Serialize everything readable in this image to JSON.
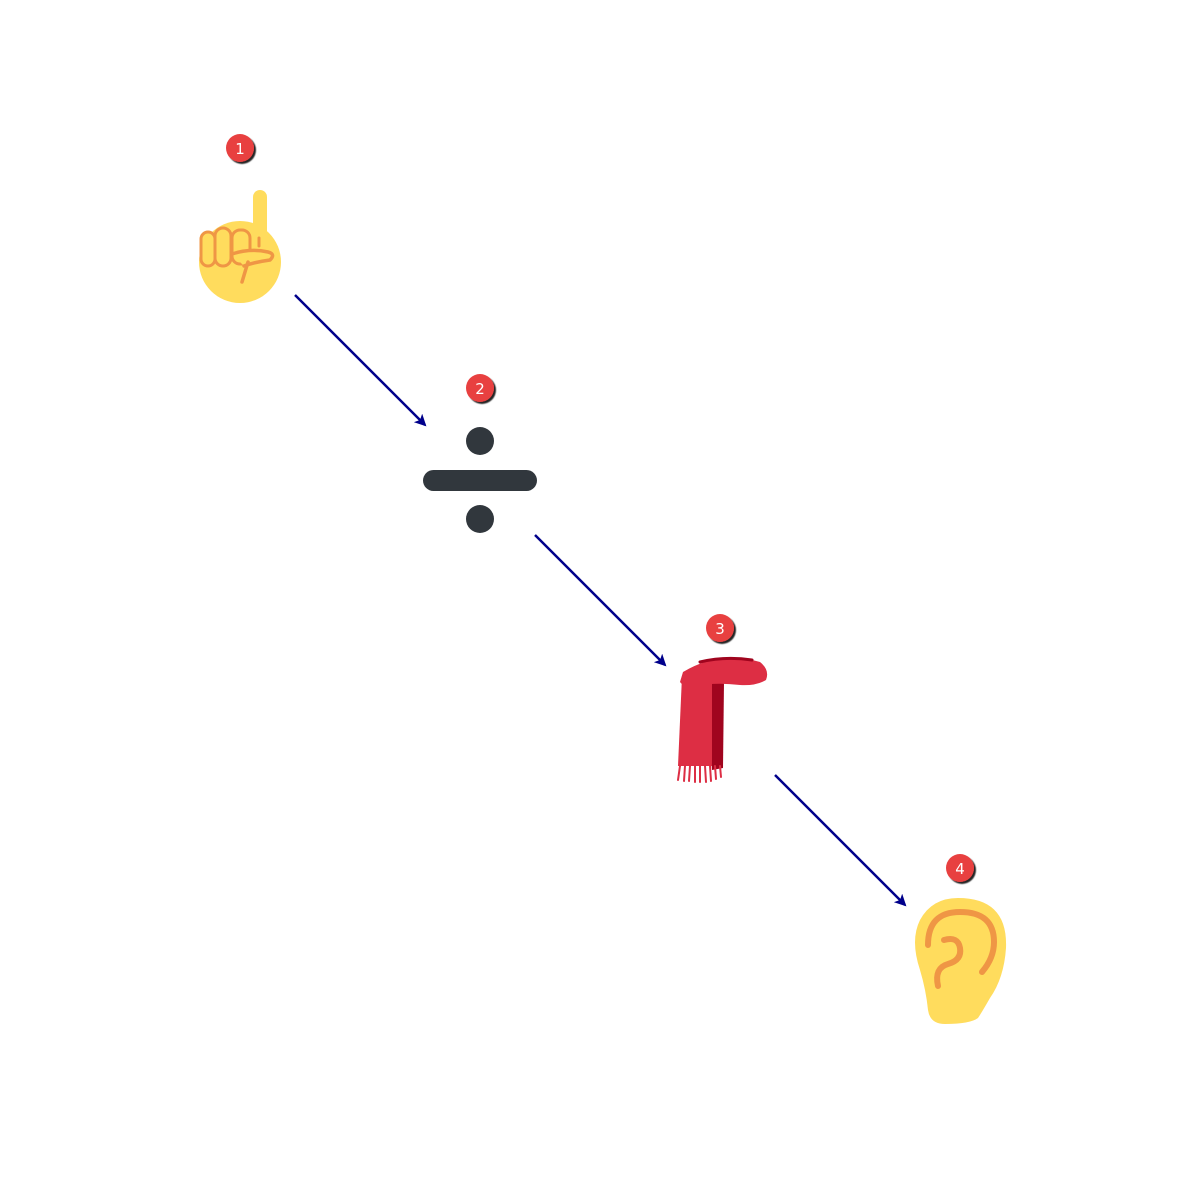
{
  "diagram": {
    "steps": [
      {
        "number": "1",
        "icon": "index-finger-pointing-up-icon"
      },
      {
        "number": "2",
        "icon": "division-sign-icon"
      },
      {
        "number": "3",
        "icon": "scarf-icon"
      },
      {
        "number": "4",
        "icon": "ear-icon"
      }
    ],
    "colors": {
      "arrow": "#00008b",
      "badge": "#e8403f",
      "badge_text": "#ffffff",
      "skin": "#ffdc5d",
      "skin_outline": "#ef9645",
      "division": "#31373d",
      "scarf": "#dd2e44",
      "scarf_dark": "#a0041e"
    }
  }
}
